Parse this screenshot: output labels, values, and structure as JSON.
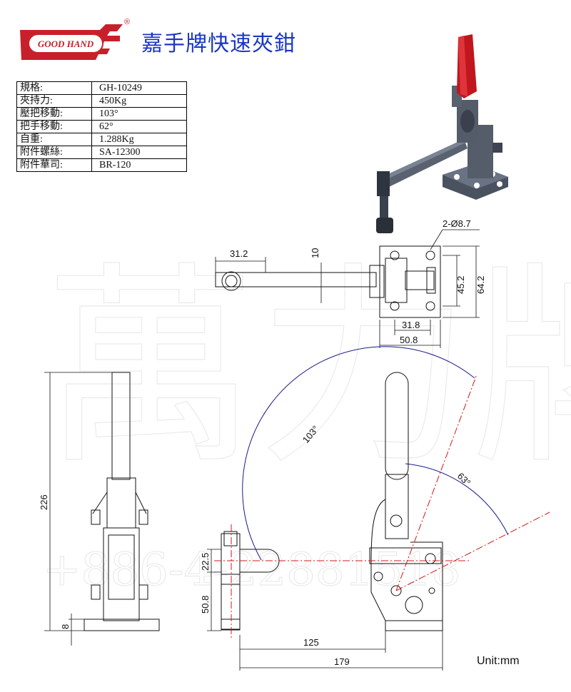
{
  "logo": {
    "text": "GOOD HAND",
    "registered": "®"
  },
  "title": "嘉手牌快速夾鉗",
  "specs": [
    {
      "label": "規格:",
      "value": "GH-10249"
    },
    {
      "label": "夾持力:",
      "value": "450Kg"
    },
    {
      "label": "壓把移動:",
      "value": "103°"
    },
    {
      "label": "把手移動:",
      "value": "62°"
    },
    {
      "label": "自重:",
      "value": "1.288Kg"
    },
    {
      "label": "附件螺絲:",
      "value": "SA-12300"
    },
    {
      "label": "附件華司:",
      "value": "BR-120"
    }
  ],
  "watermark": {
    "characters": "萬力牌",
    "phone": "+886-4-22881518"
  },
  "dimensions": {
    "top_view": {
      "arm_offset": "31.2",
      "arm_thickness": "10",
      "holes": "2-Ø8.7",
      "hole_spacing_y": "45.2",
      "base_height": "64.2",
      "hole_spacing_x": "31.8",
      "base_width": "50.8"
    },
    "front_view": {
      "total_height": "226",
      "base_thickness": "8"
    },
    "side_view": {
      "handle_angle": "103°",
      "lever_angle": "63°",
      "spindle_height": "22.5",
      "pivot_height": "50.8",
      "reach": "125",
      "overall_length": "179"
    }
  },
  "colors": {
    "title": "#1a36c4",
    "logo": "#c8202a",
    "handle": "#c0161d",
    "body": "#5a6270",
    "dimension_line": "#1a1a8a",
    "center_line": "#d01818"
  },
  "unit_label": "Unit:mm"
}
